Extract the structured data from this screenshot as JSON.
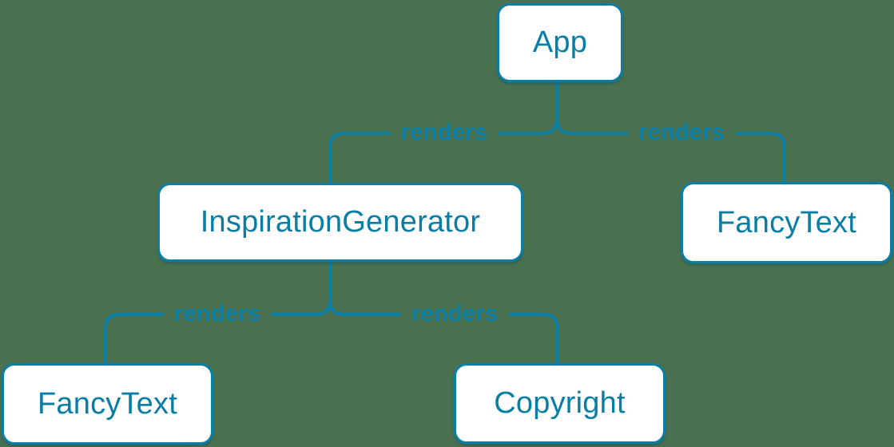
{
  "diagram": {
    "title": "react-render-tree",
    "colors": {
      "background": "#49714F",
      "accent": "#087EA4",
      "node_fill": "#FFFFFF"
    },
    "nodes": [
      {
        "id": "app",
        "label": "App"
      },
      {
        "id": "inspiration-generator",
        "label": "InspirationGenerator"
      },
      {
        "id": "fancy-text-top",
        "label": "FancyText"
      },
      {
        "id": "fancy-text-bottom",
        "label": "FancyText"
      },
      {
        "id": "copyright",
        "label": "Copyright"
      }
    ],
    "edges": [
      {
        "from": "App",
        "to": "InspirationGenerator",
        "label": "renders"
      },
      {
        "from": "App",
        "to": "FancyText",
        "label": "renders"
      },
      {
        "from": "InspirationGenerator",
        "to": "FancyText",
        "label": "renders"
      },
      {
        "from": "InspirationGenerator",
        "to": "Copyright",
        "label": "renders"
      }
    ]
  }
}
